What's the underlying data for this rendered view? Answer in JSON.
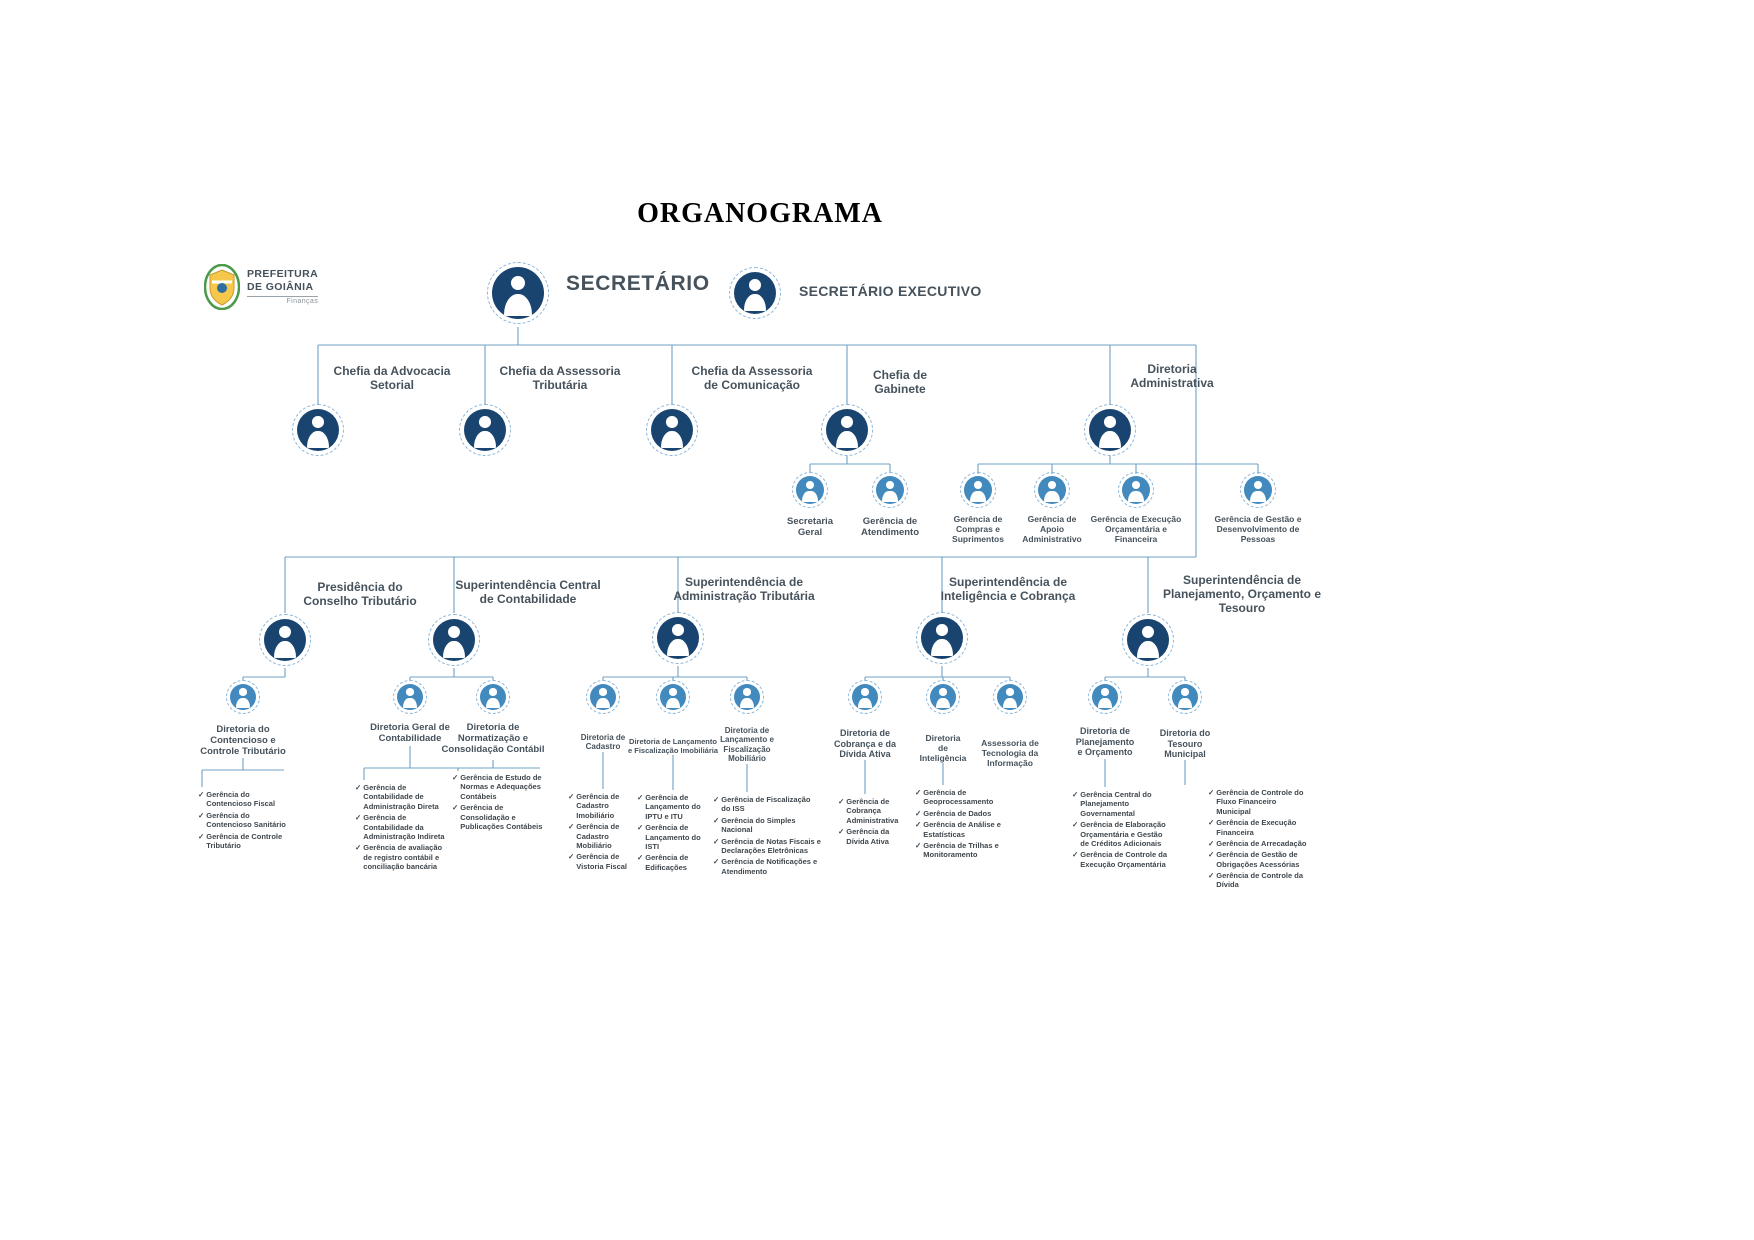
{
  "title": "ORGANOGRAMA",
  "logo": {
    "line1": "PREFEITURA",
    "line2": "DE GOIÂNIA",
    "sub": "Finanças"
  },
  "icons": {
    "check": "✓",
    "person": "person-silhouette"
  },
  "colors": {
    "node_dark": "#1a4470",
    "node_light": "#4289be",
    "ring_dash": "#8ab5d8",
    "connector": "#6fa0c4",
    "label": "#46525c"
  },
  "executives": [
    {
      "label": "SECRETÁRIO"
    },
    {
      "label": "SECRETÁRIO EXECUTIVO"
    }
  ],
  "chefias": [
    {
      "label": "Chefia da Advocacia\nSetorial"
    },
    {
      "label": "Chefia da Assessoria\nTributária"
    },
    {
      "label": "Chefia da Assessoria\nde Comunicação"
    },
    {
      "label": "Chefia de\nGabinete",
      "children": [
        {
          "label": "Secretaria\nGeral"
        },
        {
          "label": "Gerência de\nAtendimento"
        }
      ]
    },
    {
      "label": "Diretoria\nAdministrativa",
      "children": [
        {
          "label": "Gerência de\nCompras e\nSuprimentos"
        },
        {
          "label": "Gerência de\nApoio\nAdministrativo"
        },
        {
          "label": "Gerência de Execução\nOrçamentária e\nFinanceira"
        },
        {
          "label": "Gerência de Gestão e\nDesenvolvimento de\nPessoas"
        }
      ]
    }
  ],
  "superintendencias": [
    {
      "label": "Presidência do\nConselho Tributário",
      "diretorias": [
        {
          "label": "Diretoria do\nContencioso e\nControle Tributário",
          "gerencias": [
            "Gerência do Contencioso Fiscal",
            "Gerência do Contencioso Sanitário",
            "Gerência de Controle Tributário"
          ]
        }
      ]
    },
    {
      "label": "Superintendência Central\nde Contabilidade",
      "diretorias": [
        {
          "label": "Diretoria Geral de\nContabilidade",
          "gerencias": [
            "Gerência de Contabilidade de Administração Direta",
            "Gerência de Contabilidade da Administração Indireta",
            "Gerência de avaliação de registro contábil e conciliação bancária"
          ]
        },
        {
          "label": "Diretoria de\nNormatização e\nConsolidação Contábil",
          "gerencias": [
            "Gerência de Estudo de Normas e Adequações Contábeis",
            "Gerência de Consolidação e Publicações Contábeis"
          ]
        }
      ]
    },
    {
      "label": "Superintendência de\nAdministração Tributária",
      "diretorias": [
        {
          "label": "Diretoria de\nCadastro",
          "gerencias": [
            "Gerência de Cadastro Imobiliário",
            "Gerência de Cadastro Mobiliário",
            "Gerência de Vistoria Fiscal"
          ]
        },
        {
          "label": "Diretoria de Lançamento\ne Fiscalização Imobiliária",
          "gerencias": [
            "Gerência de Lançamento do IPTU e ITU",
            "Gerência de Lançamento do ISTI",
            "Gerência de Edificações"
          ]
        },
        {
          "label": "Diretoria de\nLançamento e\nFiscalização\nMobiliário",
          "gerencias": [
            "Gerência de Fiscalização do ISS",
            "Gerência do Simples Nacional",
            "Gerência de Notas Fiscais e Declarações Eletrônicas",
            "Gerência de Notificações e Atendimento"
          ]
        }
      ]
    },
    {
      "label": "Superintendência de\nInteligência e Cobrança",
      "diretorias": [
        {
          "label": "Diretoria de\nCobrança e da\nDívida Ativa",
          "gerencias": [
            "Gerência de Cobrança Administrativa",
            "Gerência da Dívida Ativa"
          ]
        },
        {
          "label": "Diretoria\nde\nInteligência",
          "gerencias": [
            "Gerência de Geoprocessamento",
            "Gerência de Dados",
            "Gerência de Análise e Estatísticas",
            "Gerência de Trilhas e Monitoramento"
          ]
        },
        {
          "label": "Assessoria de\nTecnologia da\nInformação",
          "gerencias": []
        }
      ]
    },
    {
      "label": "Superintendência de\nPlanejamento, Orçamento e\nTesouro",
      "diretorias": [
        {
          "label": "Diretoria de\nPlanejamento\ne Orçamento",
          "gerencias": [
            "Gerência Central do Planejamento Governamental",
            "Gerência de Elaboração Orçamentária e Gestão de Créditos Adicionais",
            "Gerência de Controle da Execução Orçamentária"
          ]
        },
        {
          "label": "Diretoria do\nTesouro\nMunicipal",
          "gerencias": [
            "Gerência de Controle do Fluxo Financeiro Municipal",
            "Gerência de Execução Financeira",
            "Gerência de Arrecadação",
            "Gerência de Gestão de Obrigações Acessórias",
            "Gerência de Controle da Dívida"
          ]
        }
      ]
    }
  ]
}
